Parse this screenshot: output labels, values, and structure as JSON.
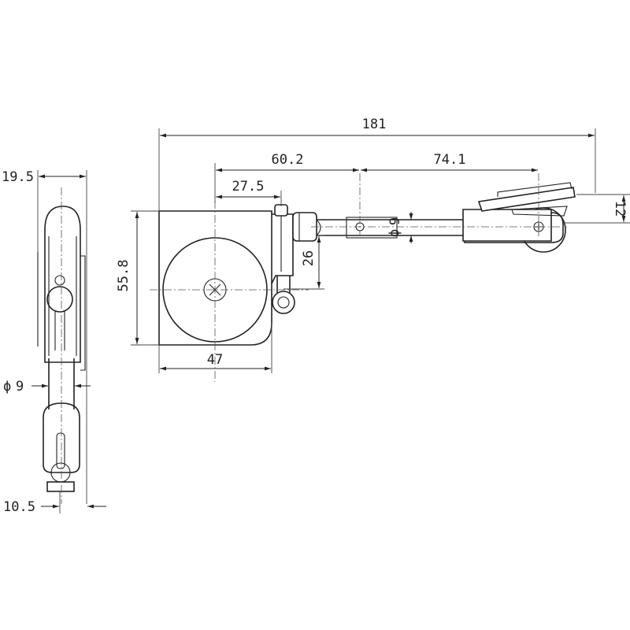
{
  "dimensions": {
    "overall_length": "181",
    "to_middle_pin": "60.2",
    "middle_to_end_pin": "74.1",
    "to_center": "27.5",
    "end_bracket_height": "12",
    "rod_diameter": "9",
    "body_height": "55.8",
    "arm_offset": "26",
    "body_width": "47",
    "side_width": "19.5",
    "side_rod_diameter": "9",
    "side_depth": "10.5"
  },
  "symbols": {
    "diameter_prefix": "ϕ"
  },
  "colors": {
    "line": "#222222",
    "background": "#ffffff"
  }
}
